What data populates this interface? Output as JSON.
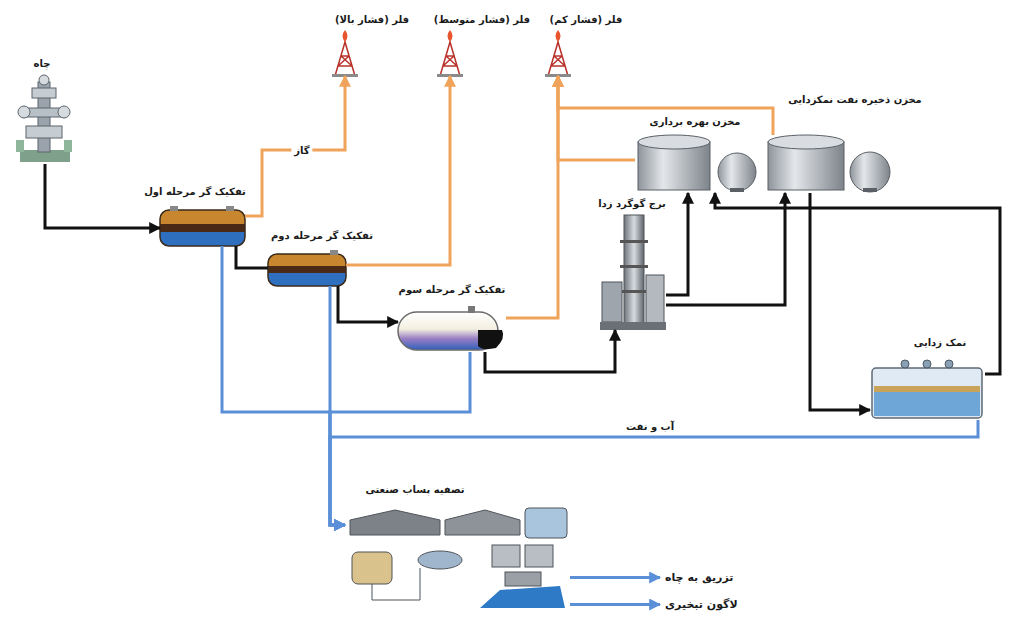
{
  "diagram": {
    "nodes": [
      {
        "text": [
          "چاه"
        ]
      },
      {
        "text": [
          "فلر (فشار بالا)"
        ]
      },
      {
        "text": [
          "فلر (فشار متوسط)"
        ]
      },
      {
        "text": [
          "فلر (فشار کم)"
        ]
      },
      {
        "text": [
          "تفکیک گر مرحله اول"
        ]
      },
      {
        "text": [
          "تفکیک گر مرحله دوم"
        ]
      },
      {
        "text": [
          "تفکیک گر مرحله سوم"
        ]
      },
      {
        "text": [
          "برج گوگرد زدا"
        ]
      },
      {
        "text": [
          "مخزن بهره برداری"
        ]
      },
      {
        "text": [
          "مخزن ذخیره نفت نمکزدایی"
        ]
      },
      {
        "text": [
          "نمک زدایی"
        ]
      },
      {
        "text": [
          "تصفیه پساب صنعتی"
        ]
      },
      {
        "text": [
          "تزریق به چاه"
        ]
      },
      {
        "text": [
          "لاگون تبخیری"
        ]
      }
    ],
    "edges": [
      {
        "from": 0,
        "to": 4,
        "arrow": "to"
      },
      {
        "from": 4,
        "to": 1,
        "label": "گاز",
        "arrow": "to"
      },
      {
        "from": 4,
        "to": 5,
        "arrow": "none"
      },
      {
        "from": 5,
        "to": 2,
        "arrow": "to"
      },
      {
        "from": 5,
        "to": 6,
        "arrow": "to"
      },
      {
        "from": 6,
        "to": 3,
        "arrow": "to"
      },
      {
        "from": 6,
        "to": 7,
        "arrow": "to"
      },
      {
        "from": 7,
        "to": 8,
        "arrow": "to"
      },
      {
        "from": 7,
        "to": 9,
        "arrow": "to"
      },
      {
        "from": 8,
        "to": 3,
        "arrow": "to"
      },
      {
        "from": 9,
        "to": 3,
        "arrow": "to"
      },
      {
        "from": 9,
        "to": 10,
        "arrow": "to"
      },
      {
        "from": 10,
        "to": 8,
        "arrow": "to"
      },
      {
        "from": 4,
        "to": 11,
        "arrow": "to"
      },
      {
        "from": 5,
        "to": 11,
        "arrow": "to"
      },
      {
        "from": 6,
        "to": 11,
        "arrow": "to"
      },
      {
        "from": 10,
        "to": 11,
        "label": "آب و نفت",
        "arrow": "to"
      },
      {
        "from": 11,
        "to": 12,
        "arrow": "to"
      },
      {
        "from": 11,
        "to": 13,
        "arrow": "to"
      }
    ]
  }
}
